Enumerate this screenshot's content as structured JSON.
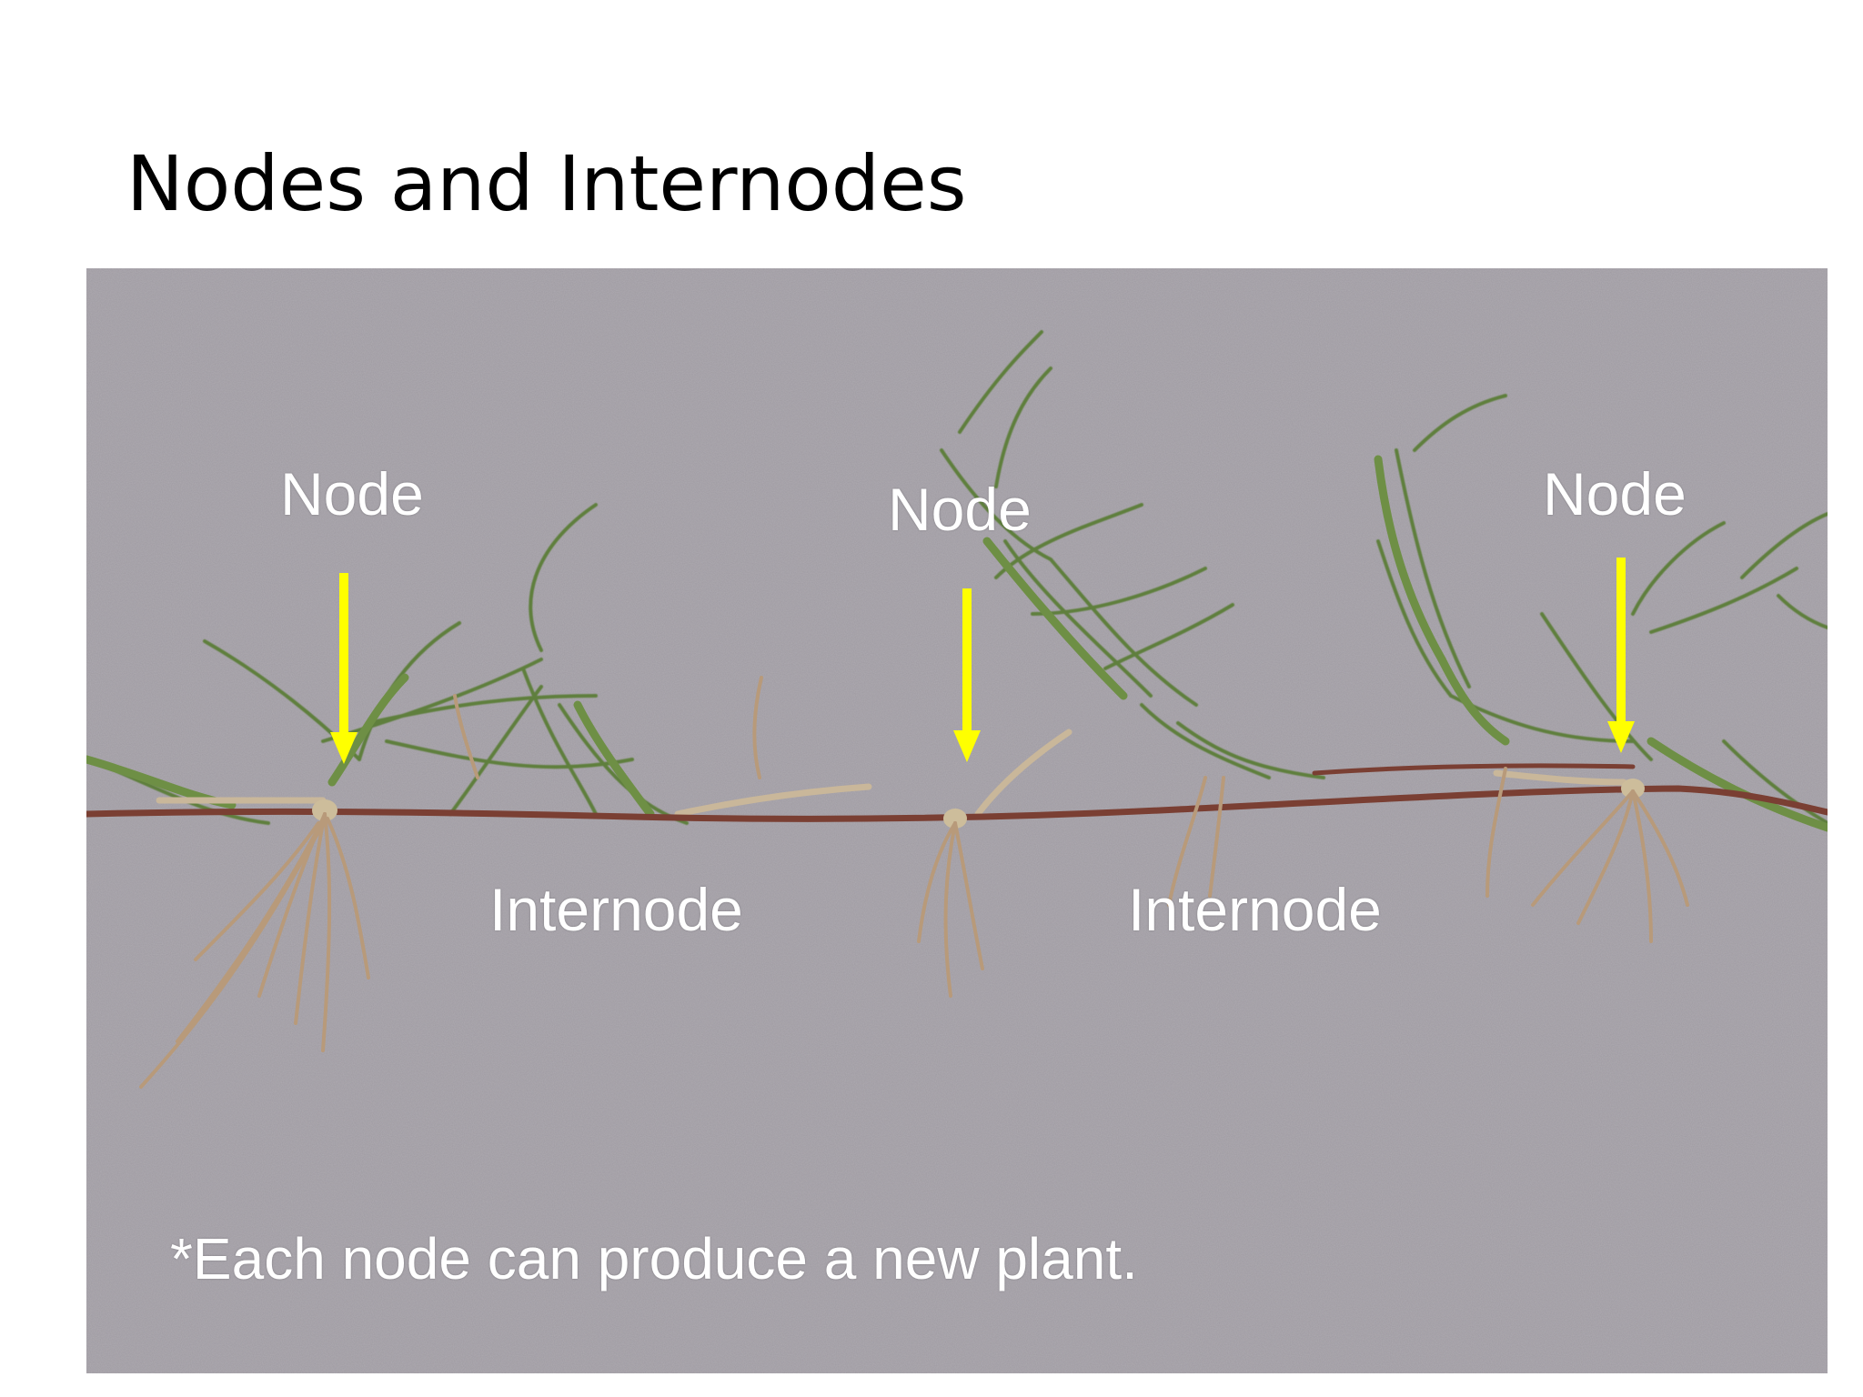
{
  "slide": {
    "title": "Nodes and Internodes"
  },
  "photo": {
    "node_labels": [
      "Node",
      "Node",
      "Node"
    ],
    "internode_labels": [
      "Internode",
      "Internode"
    ],
    "note": "*Each node can produce a new plant.",
    "arrow_color": "#ffff00",
    "background_color": "#9f9ba2",
    "stem_color": "#7a3f33",
    "leaf_color": "#5f7f3e",
    "root_color": "#b89a7a"
  }
}
